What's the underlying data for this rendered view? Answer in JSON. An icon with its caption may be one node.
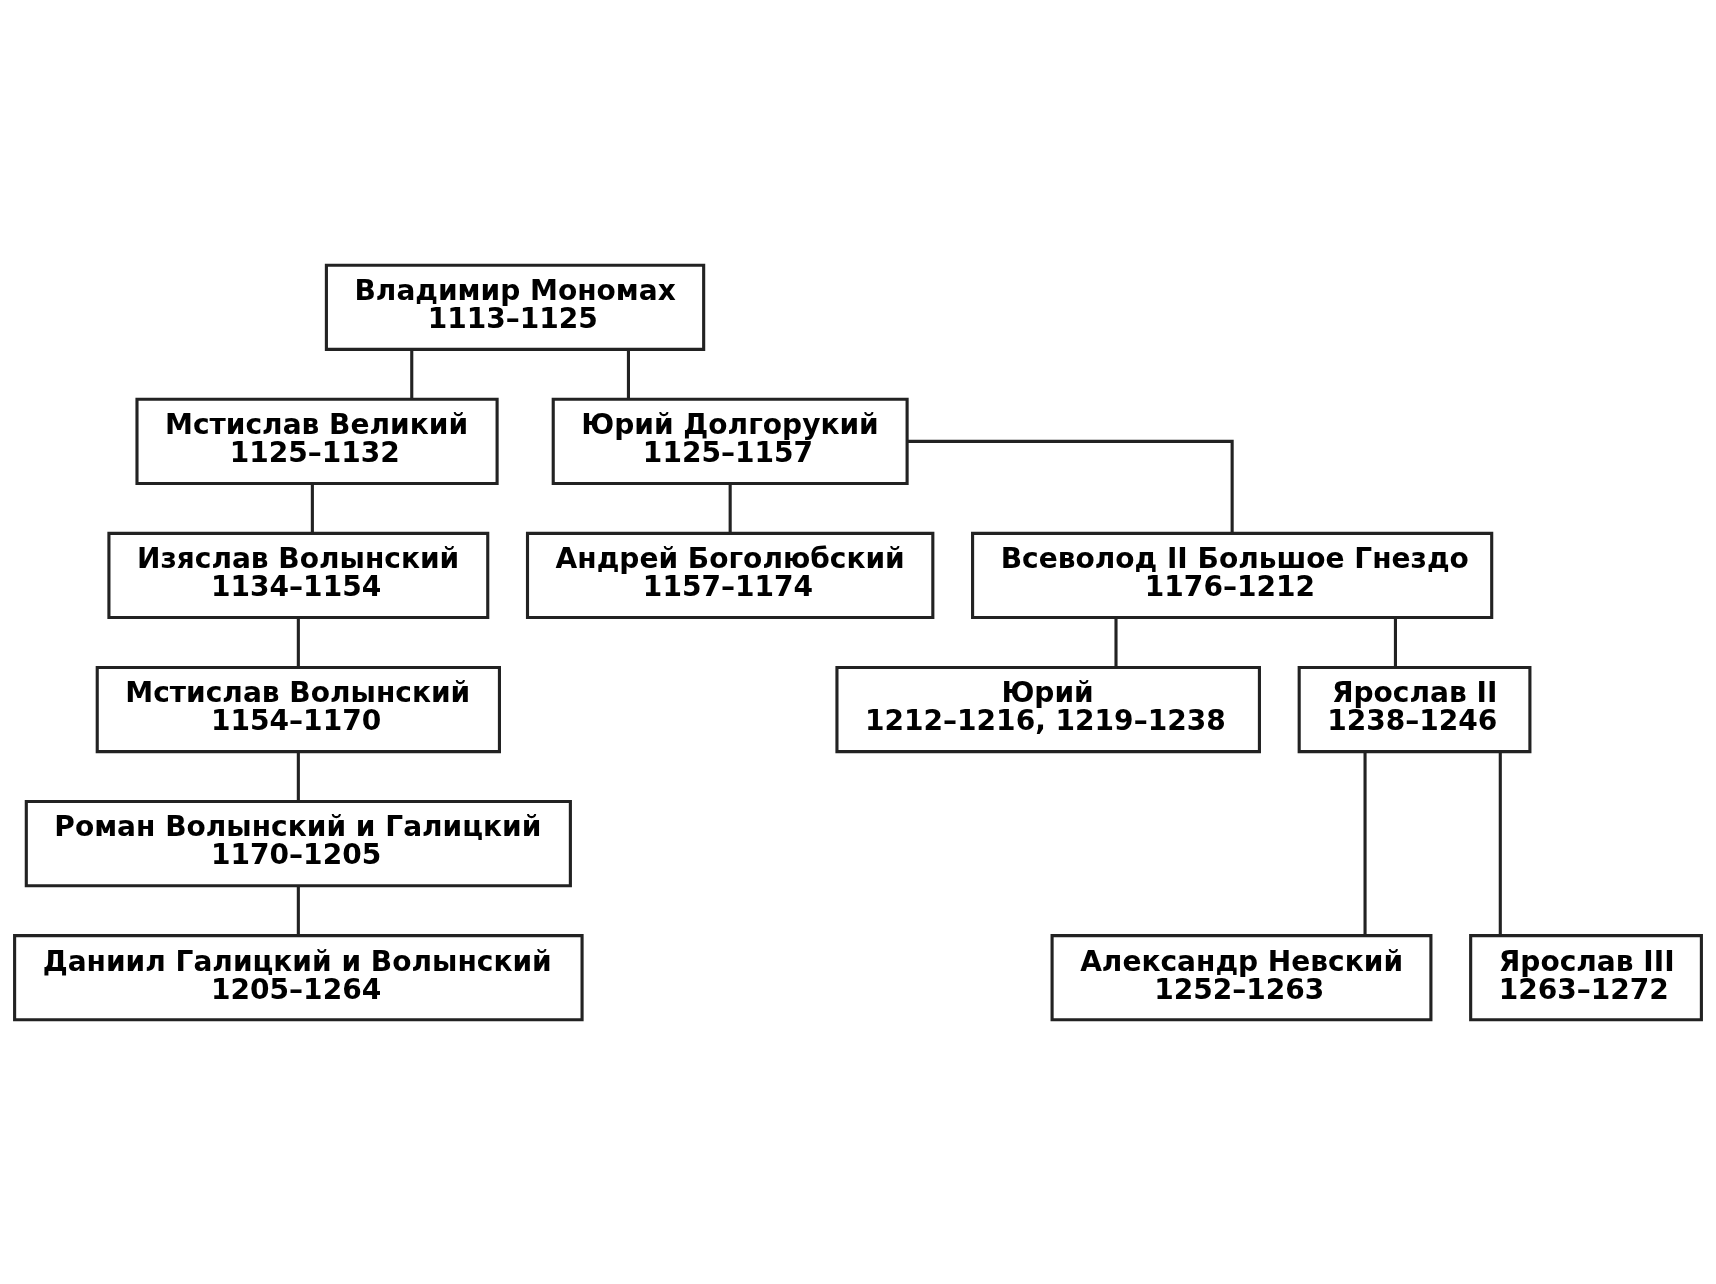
{
  "diagram": {
    "nodes": [
      {
        "text": [
          "Владимир Мономах",
          "1113–1125"
        ]
      },
      {
        "text": [
          "Мстислав Великий",
          "1125–1132"
        ]
      },
      {
        "text": [
          "Юрий Долгорукий",
          "1125–1157"
        ]
      },
      {
        "text": [
          "Изяслав Волынский",
          "1134–1154"
        ]
      },
      {
        "text": [
          "Андрей Боголюбский",
          "1157–1174"
        ]
      },
      {
        "text": [
          "Всеволод II Большое Гнездо",
          "1176–1212"
        ]
      },
      {
        "text": [
          "Мстислав Волынский",
          "1154–1170"
        ]
      },
      {
        "text": [
          "Юрий",
          "1212–1216, 1219–1238"
        ]
      },
      {
        "text": [
          "Ярослав II",
          "1238–1246"
        ]
      },
      {
        "text": [
          "Роман Волынский и Галицкий",
          "1170–1205"
        ]
      },
      {
        "text": [
          "Даниил Галицкий и Волынский",
          "1205–1264"
        ]
      },
      {
        "text": [
          "Александр Невский",
          "1252–1263"
        ]
      },
      {
        "text": [
          "Ярослав III",
          "1263–1272"
        ]
      }
    ],
    "edges": [
      {
        "from": 0,
        "to": 1,
        "arrow": "none"
      },
      {
        "from": 0,
        "to": 2,
        "arrow": "none"
      },
      {
        "from": 1,
        "to": 3,
        "arrow": "none"
      },
      {
        "from": 2,
        "to": 4,
        "arrow": "none"
      },
      {
        "from": 2,
        "to": 5,
        "arrow": "none"
      },
      {
        "from": 3,
        "to": 6,
        "arrow": "none"
      },
      {
        "from": 6,
        "to": 9,
        "arrow": "none"
      },
      {
        "from": 9,
        "to": 10,
        "arrow": "none"
      },
      {
        "from": 5,
        "to": 7,
        "arrow": "none"
      },
      {
        "from": 5,
        "to": 8,
        "arrow": "none"
      },
      {
        "from": 8,
        "to": 11,
        "arrow": "none"
      },
      {
        "from": 8,
        "to": 12,
        "arrow": "none"
      }
    ]
  }
}
